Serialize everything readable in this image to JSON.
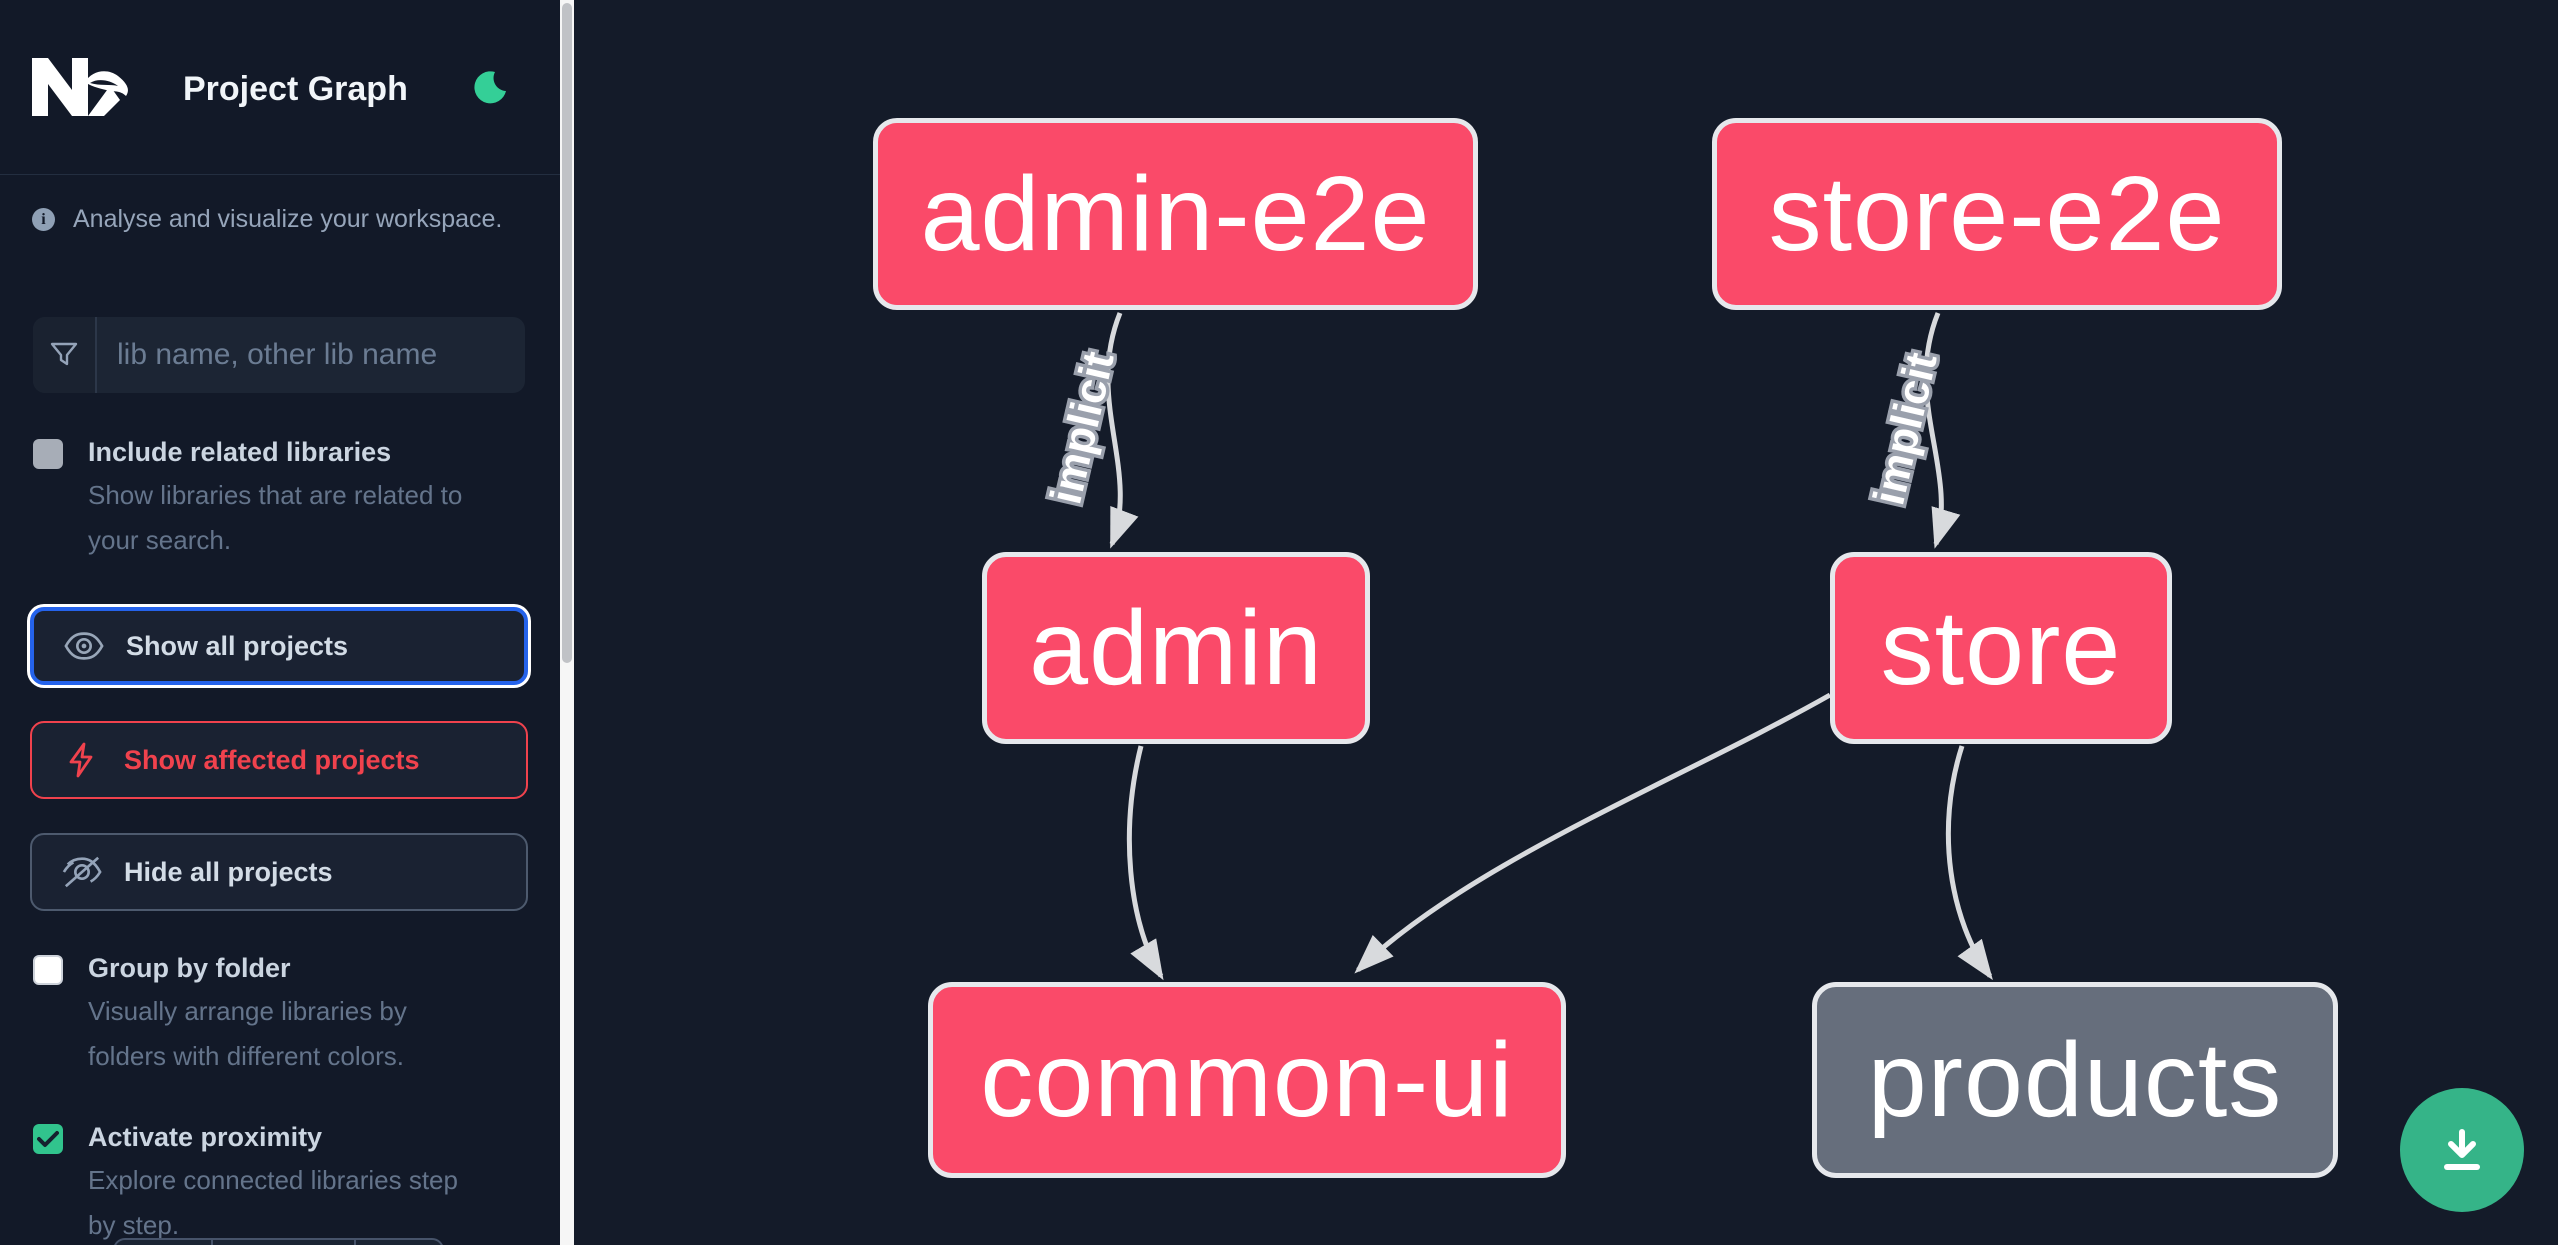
{
  "app": {
    "title": "Project Graph"
  },
  "sidebar": {
    "tagline": "Analyse and visualize your workspace.",
    "search": {
      "placeholder": "lib name, other lib name"
    },
    "include_related": {
      "label": "Include related libraries",
      "desc": "Show libraries that are related to\nyour search.",
      "checked": false
    },
    "actions": {
      "show_all": "Show all projects",
      "show_affected": "Show affected projects",
      "hide_all": "Hide all projects"
    },
    "group_by_folder": {
      "label": "Group by folder",
      "desc": "Visually arrange libraries by\nfolders with different colors.",
      "checked": false
    },
    "proximity": {
      "label": "Activate proximity",
      "desc": "Explore connected libraries step\nby step.",
      "checked": true
    }
  },
  "graph": {
    "nodes": [
      {
        "id": "admin-e2e",
        "label": "admin-e2e",
        "kind": "affected"
      },
      {
        "id": "store-e2e",
        "label": "store-e2e",
        "kind": "affected"
      },
      {
        "id": "admin",
        "label": "admin",
        "kind": "affected"
      },
      {
        "id": "store",
        "label": "store",
        "kind": "affected"
      },
      {
        "id": "common-ui",
        "label": "common-ui",
        "kind": "affected"
      },
      {
        "id": "products",
        "label": "products",
        "kind": "normal"
      }
    ],
    "edges": [
      {
        "from": "admin-e2e",
        "to": "admin",
        "label": "implicit"
      },
      {
        "from": "store-e2e",
        "to": "store",
        "label": "implicit"
      },
      {
        "from": "admin",
        "to": "common-ui",
        "label": ""
      },
      {
        "from": "store",
        "to": "common-ui",
        "label": ""
      },
      {
        "from": "store",
        "to": "products",
        "label": ""
      }
    ]
  },
  "colors": {
    "affected_node": "#fa4a69",
    "normal_node": "#666e7c",
    "edge": "#d8dadd",
    "accent_green": "#34cf97",
    "focus_blue": "#2563eb",
    "affected_red": "#f0424d",
    "fab_green": "#35b488"
  }
}
